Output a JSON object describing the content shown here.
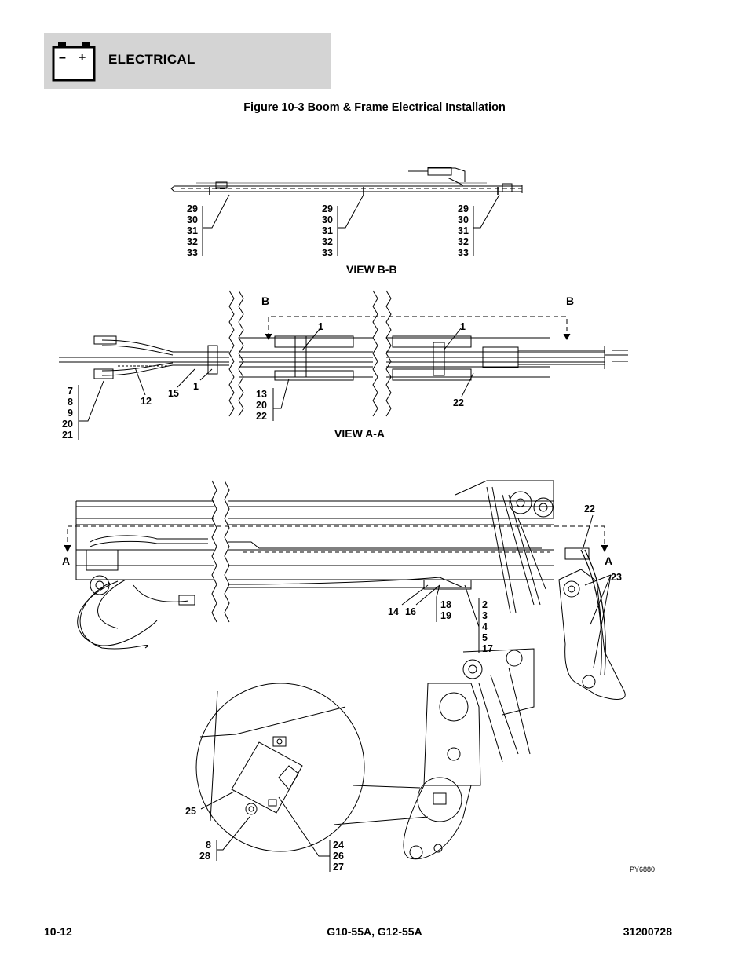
{
  "header": {
    "section": "ELECTRICAL",
    "battery_minus": "–",
    "battery_plus": "+"
  },
  "figure": {
    "title": "Figure 10-3 Boom & Frame Electrical Installation"
  },
  "view_bb": {
    "title": "VIEW B-B",
    "callout_groups": [
      [
        "29",
        "30",
        "31",
        "32",
        "33"
      ],
      [
        "29",
        "30",
        "31",
        "32",
        "33"
      ],
      [
        "29",
        "30",
        "31",
        "32",
        "33"
      ]
    ]
  },
  "view_aa": {
    "title": "VIEW A-A",
    "section_marks": [
      "B",
      "B"
    ],
    "callouts": {
      "left_group": [
        "7",
        "8",
        "9",
        "20",
        "21"
      ],
      "c12": "12",
      "c15": "15",
      "c1a": "1",
      "c1b": "1",
      "c1c": "1",
      "mid_group": [
        "13",
        "20",
        "22"
      ],
      "c22": "22"
    }
  },
  "main_view": {
    "section_marks": [
      "A",
      "A"
    ],
    "callouts": {
      "c22": "22",
      "c23": "23",
      "c14": "14",
      "c16": "16",
      "group_18_19": [
        "18",
        "19"
      ],
      "group_2_17": [
        "2",
        "3",
        "4",
        "5",
        "17"
      ]
    }
  },
  "detail": {
    "callouts": {
      "c25": "25",
      "group_8_28": [
        "8",
        "28"
      ],
      "group_24_27": [
        "24",
        "26",
        "27"
      ]
    },
    "drawing_id": "PY6880"
  },
  "footer": {
    "page": "10-12",
    "model": "G10-55A, G12-55A",
    "doc_number": "31200728"
  }
}
